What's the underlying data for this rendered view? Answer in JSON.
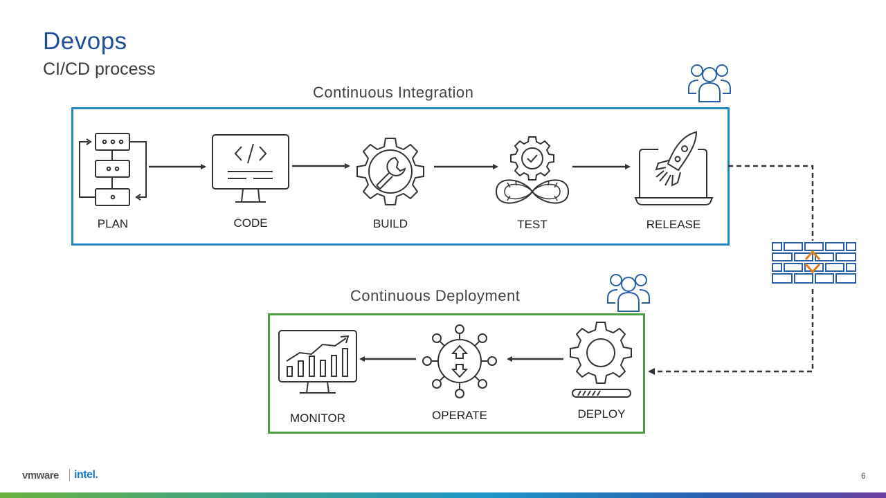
{
  "slide": {
    "title": "Devops",
    "subtitle": "CI/CD process",
    "page_number": "6"
  },
  "ci": {
    "title": "Continuous Integration",
    "steps": [
      {
        "label": "PLAN",
        "icon": "plan-icon"
      },
      {
        "label": "CODE",
        "icon": "code-monitor-icon"
      },
      {
        "label": "BUILD",
        "icon": "wrench-gear-icon"
      },
      {
        "label": "TEST",
        "icon": "gear-infinity-icon"
      },
      {
        "label": "RELEASE",
        "icon": "rocket-laptop-icon"
      }
    ],
    "team_icon": "team-icon"
  },
  "cd": {
    "title": "Continuous Deployment",
    "steps": [
      {
        "label": "DEPLOY",
        "icon": "gear-progress-icon"
      },
      {
        "label": "OPERATE",
        "icon": "hub-arrows-icon"
      },
      {
        "label": "MONITOR",
        "icon": "monitor-chart-icon"
      }
    ],
    "team_icon": "team-icon"
  },
  "firewall_icon": "firewall-icon",
  "colors": {
    "title": "#1f4e9b",
    "ci_border": "#1e88c8",
    "cd_border": "#4aa040",
    "team_icon": "#2a5fa8",
    "firewall": "#2a5fa8",
    "firewall_accent": "#e07b1a"
  },
  "footer": {
    "logo_vmware": "vmware",
    "logo_intel": "intel."
  }
}
